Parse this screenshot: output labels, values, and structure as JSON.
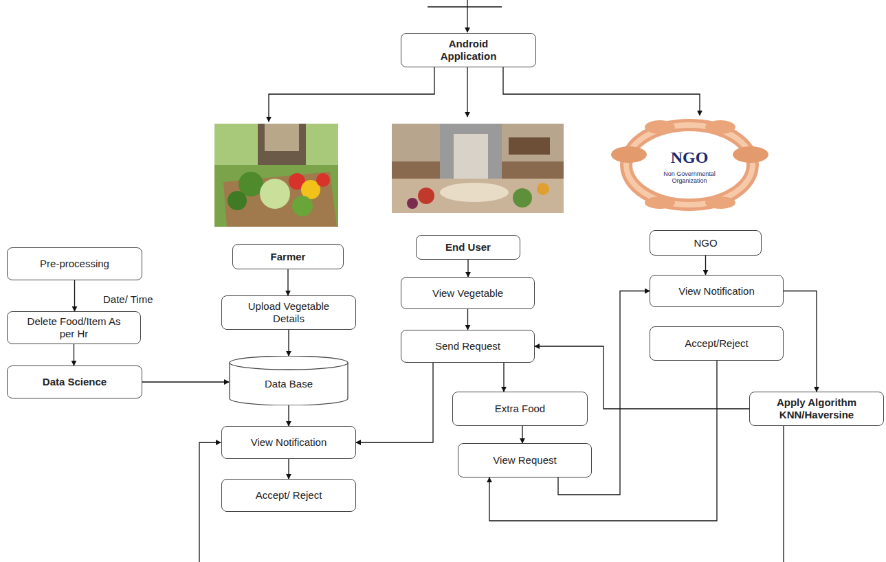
{
  "diagram": {
    "nodes": [
      {
        "text": [
          "Android Application"
        ]
      },
      {
        "text": [
          "Pre-processing"
        ]
      },
      {
        "text": [
          "Farmer"
        ]
      },
      {
        "text": [
          "End User"
        ]
      },
      {
        "text": [
          "NGO"
        ]
      },
      {
        "text": [
          "View Vegetable"
        ]
      },
      {
        "text": [
          "View Notification"
        ]
      },
      {
        "text": [
          "Delete Food/Item As per Hr"
        ]
      },
      {
        "text": [
          "Upload Vegetable Details"
        ]
      },
      {
        "text": [
          "Send Request"
        ]
      },
      {
        "text": [
          "Accept/Reject"
        ]
      },
      {
        "text": [
          "Data Science"
        ]
      },
      {
        "text": [
          "Data Base"
        ]
      },
      {
        "text": [
          "Extra Food"
        ]
      },
      {
        "text": [
          "Apply Algorithm KNN/Haversine"
        ]
      },
      {
        "text": [
          "View Notification"
        ]
      },
      {
        "text": [
          "View Request"
        ]
      },
      {
        "text": [
          "Accept/ Reject"
        ]
      }
    ],
    "edges": [
      {
        "from": 1,
        "to": 7,
        "arrow": "to"
      },
      {
        "from": 7,
        "to": 11,
        "arrow": "to"
      },
      {
        "from": 11,
        "to": 12,
        "arrow": "to"
      },
      {
        "from": 2,
        "to": 8,
        "arrow": "to"
      },
      {
        "from": 8,
        "to": 12,
        "arrow": "to"
      },
      {
        "from": 12,
        "to": 15,
        "arrow": "to"
      },
      {
        "from": 15,
        "to": 17,
        "arrow": "to"
      },
      {
        "from": 3,
        "to": 5,
        "arrow": "to"
      },
      {
        "from": 5,
        "to": 9,
        "arrow": "to"
      },
      {
        "from": 9,
        "to": 13,
        "arrow": "to"
      },
      {
        "from": 9,
        "to": 15,
        "arrow": "to"
      },
      {
        "from": 13,
        "to": 16,
        "arrow": "to"
      },
      {
        "from": 16,
        "to": 6,
        "arrow": "to"
      },
      {
        "from": 4,
        "to": 6,
        "arrow": "to"
      },
      {
        "from": 6,
        "to": 14,
        "arrow": "to"
      },
      {
        "from": 14,
        "to": 9,
        "arrow": "to"
      },
      {
        "from": 10,
        "to": 16,
        "arrow": "to"
      }
    ],
    "labels": [
      "Date/ Time",
      "NGO",
      "Non Governmental Organization"
    ]
  }
}
